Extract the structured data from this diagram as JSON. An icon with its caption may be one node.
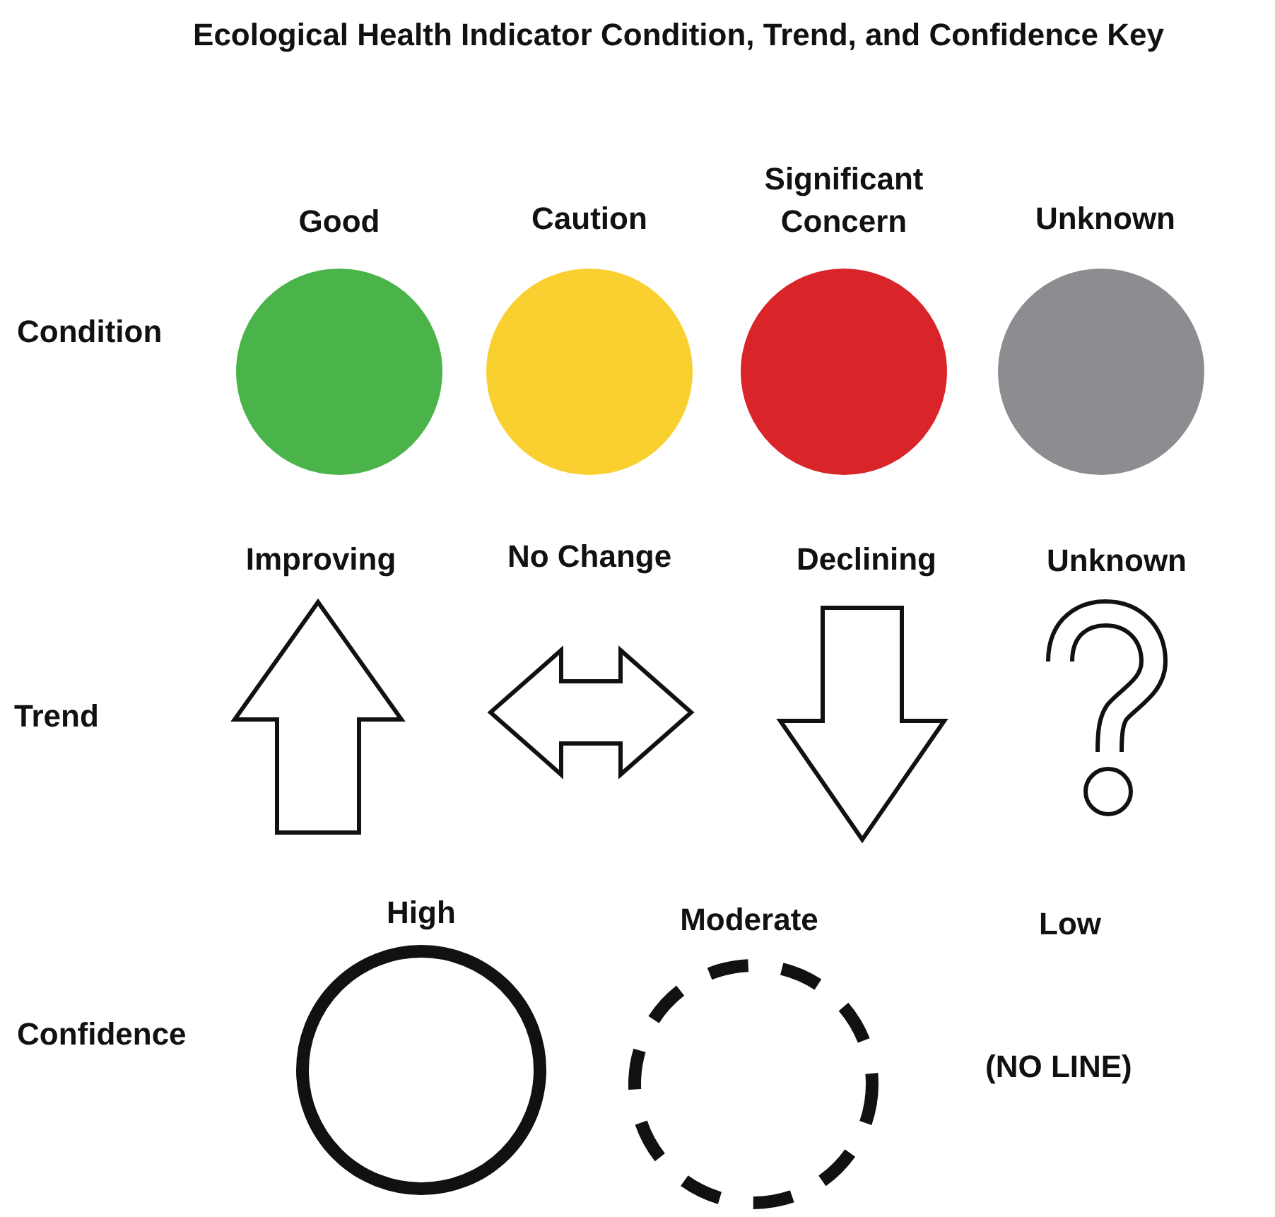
{
  "diagram": {
    "title": "Ecological Health Indicator Condition, Trend, and Confidence Key",
    "labels": [
      "Condition",
      "Trend",
      "Confidence",
      "(NO LINE)"
    ],
    "legend": [
      {
        "text": "Good",
        "color": "#4ab34a"
      },
      {
        "text": "Caution",
        "color": "#f9d030"
      },
      {
        "text": "Significant Concern",
        "color": "#d9252a"
      },
      {
        "text": "Unknown",
        "color": "#8c8d91"
      },
      {
        "text": "Improving"
      },
      {
        "text": "No Change"
      },
      {
        "text": "Declining"
      },
      {
        "text": "Unknown"
      },
      {
        "text": "High"
      },
      {
        "text": "Moderate"
      },
      {
        "text": "Low"
      }
    ]
  }
}
